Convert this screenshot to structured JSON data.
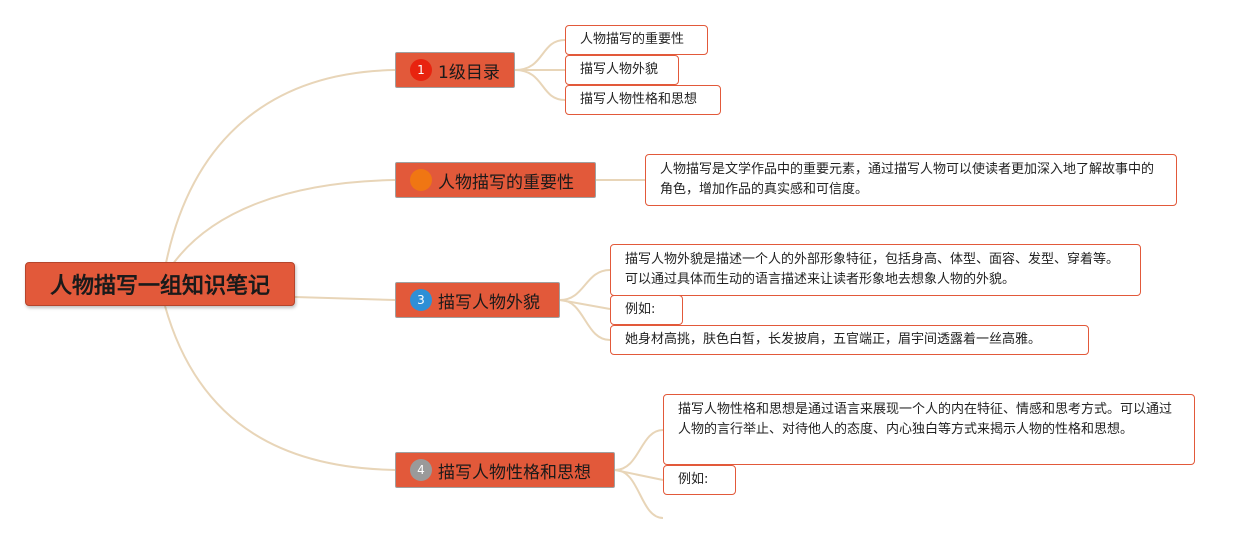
{
  "root": {
    "label": "人物描写一组知识笔记"
  },
  "branches": [
    {
      "label": "1级目录",
      "badge": "1",
      "badge_color": "#e8230f"
    },
    {
      "label": "人物描写的重要性",
      "badge": "",
      "badge_color": "#f07613"
    },
    {
      "label": "描写人物外貌",
      "badge": "3",
      "badge_color": "#2e8fd6"
    },
    {
      "label": "描写人物性格和思想",
      "badge": "4",
      "badge_color": "#9a9a9a"
    }
  ],
  "leaves": {
    "toc_1": "人物描写的重要性",
    "toc_2": "描写人物外貌",
    "toc_3": "描写人物性格和思想",
    "importance": "人物描写是文学作品中的重要元素，通过描写人物可以使读者更加深入地了解故事中的角色，增加作品的真实感和可信度。",
    "appearance_desc": "描写人物外貌是描述一个人的外部形象特征，包括身高、体型、面容、发型、穿着等。可以通过具体而生动的语言描述来让读者形象地去想象人物的外貌。",
    "appearance_eg_label": "例如:",
    "appearance_eg": "她身材高挑，肤色白皙，长发披肩，五官端正，眉宇间透露着一丝高雅。",
    "character_desc": "描写人物性格和思想是通过语言来展现一个人的内在特征、情感和思考方式。可以通过人物的言行举止、对待他人的态度、内心独白等方式来揭示人物的性格和思想。",
    "character_eg_label": "例如:"
  },
  "colors": {
    "node_fill": "#e2593a",
    "leaf_border": "#e2593a",
    "connector": "#e8d5b8"
  }
}
